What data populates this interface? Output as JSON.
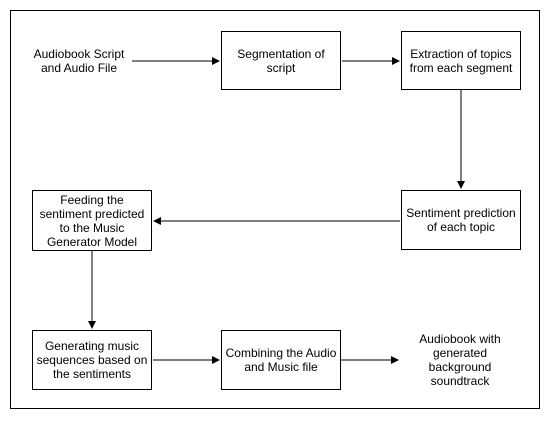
{
  "diagram": {
    "nodes": [
      {
        "id": "input",
        "label": "Audiobook Script and Audio File",
        "boxed": false
      },
      {
        "id": "segmentation",
        "label": "Segmentation of script",
        "boxed": true
      },
      {
        "id": "extraction",
        "label": "Extraction of topics from each segment",
        "boxed": true
      },
      {
        "id": "sentiment",
        "label": "Sentiment prediction of each topic",
        "boxed": true
      },
      {
        "id": "feeding",
        "label": "Feeding the sentiment predicted to the Music Generator Model",
        "boxed": true
      },
      {
        "id": "generating",
        "label": "Generating music sequences based on the sentiments",
        "boxed": true
      },
      {
        "id": "combining",
        "label": "Combining the Audio and Music file",
        "boxed": true
      },
      {
        "id": "output",
        "label": "Audiobook with generated background soundtrack",
        "boxed": false
      }
    ],
    "edges": [
      {
        "from": "input",
        "to": "segmentation"
      },
      {
        "from": "segmentation",
        "to": "extraction"
      },
      {
        "from": "extraction",
        "to": "sentiment"
      },
      {
        "from": "sentiment",
        "to": "feeding"
      },
      {
        "from": "feeding",
        "to": "generating"
      },
      {
        "from": "generating",
        "to": "combining"
      },
      {
        "from": "combining",
        "to": "output"
      }
    ]
  }
}
